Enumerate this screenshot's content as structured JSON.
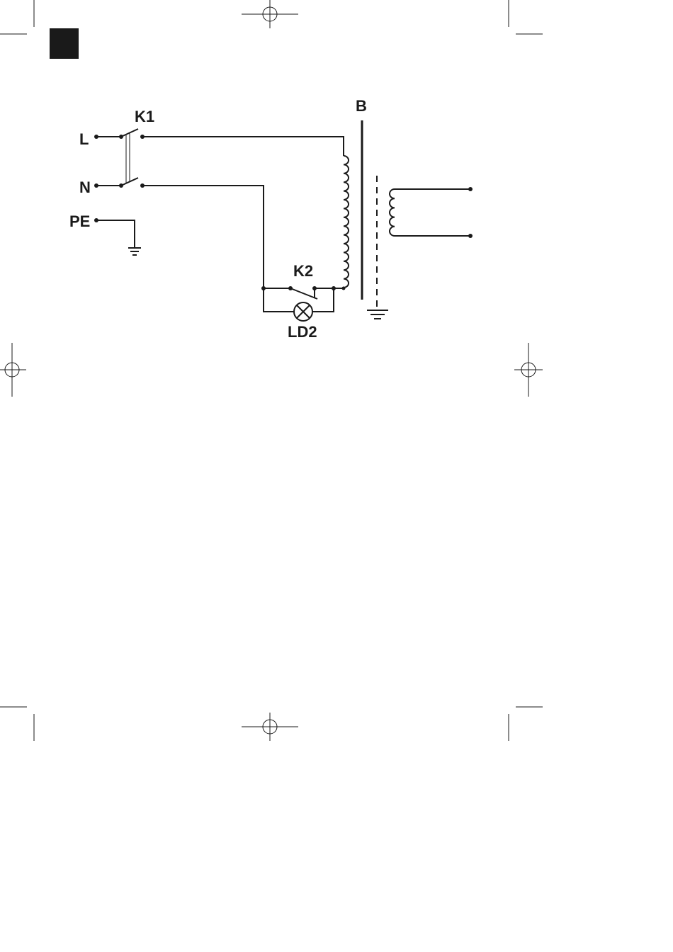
{
  "labels": {
    "line": "L",
    "neutral": "N",
    "protective_earth": "PE",
    "main_switch": "K1",
    "thermal_switch": "K2",
    "indicator_lamp": "LD2",
    "transformer": "B"
  },
  "colors": {
    "ink": "#1a1a1a",
    "background": "#ffffff",
    "corner_tab": "#1a1a1a"
  }
}
